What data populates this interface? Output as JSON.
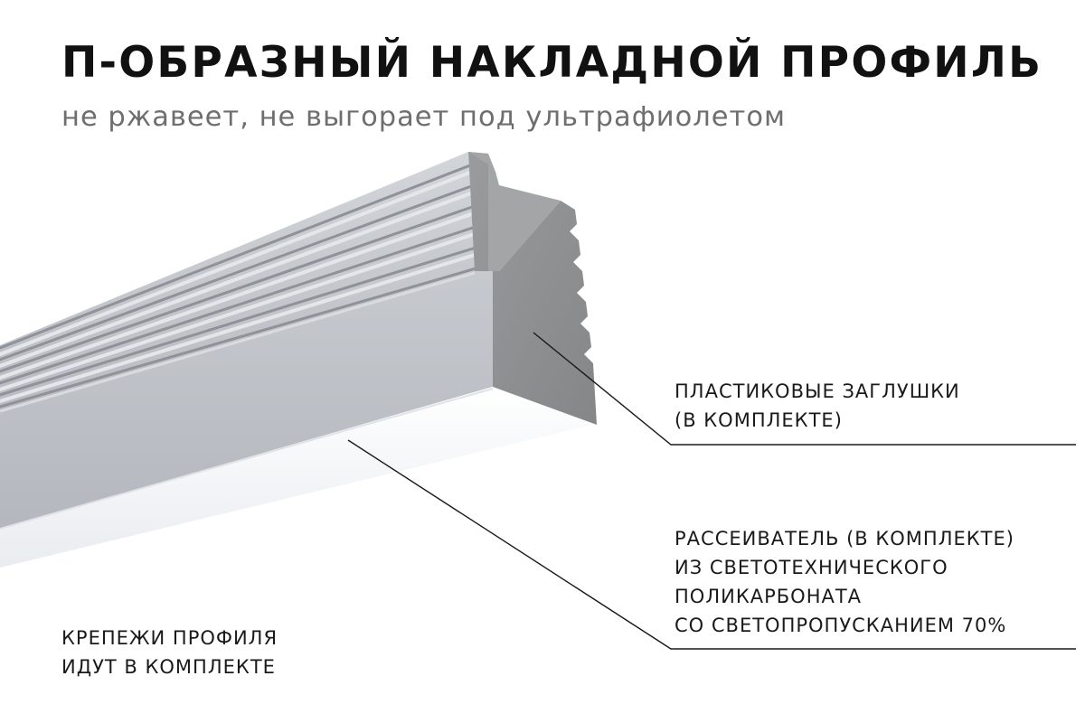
{
  "header": {
    "title": "П-ОБРАЗНЫЙ НАКЛАДНОЙ ПРОФИЛЬ",
    "subtitle": "не ржавеет, не выгорает под ультрафиолетом"
  },
  "callouts": {
    "end_caps": {
      "lines": [
        "ПЛАСТИКОВЫЕ ЗАГЛУШКИ",
        "(В КОМПЛЕКТЕ)"
      ]
    },
    "diffuser": {
      "lines": [
        "РАССЕИВАТЕЛЬ (В КОМПЛЕКТЕ)",
        "ИЗ СВЕТОТЕХНИЧЕСКОГО",
        "ПОЛИКАРБОНАТА",
        "СО СВЕТОПРОПУСКАНИЕМ 70%"
      ]
    },
    "mounts": {
      "lines": [
        "КРЕПЕЖИ ПРОФИЛЯ",
        "ИДУТ В КОМПЛЕКТЕ"
      ]
    }
  },
  "colors": {
    "aluminum_light": "#c9ccd1",
    "aluminum_side": "#bcc0c6",
    "aluminum_rib_shadow": "#8f9399",
    "end_cap": "#8e8f91",
    "diffuser": "#f7f8fa",
    "leader_line": "#1a1a1a"
  }
}
